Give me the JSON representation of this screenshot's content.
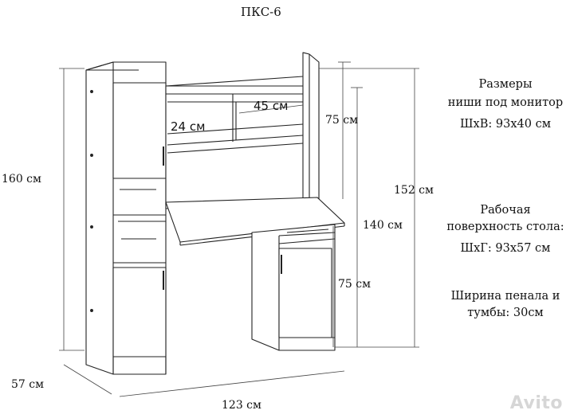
{
  "title": "ПКС-6",
  "dimensions": {
    "height_total": "160 см",
    "depth": "57 см",
    "width": "123 см",
    "niche_width": "45 см",
    "niche_height": "24 см",
    "shelf_height": "75 см",
    "superstructure_height": "152 см",
    "desk_top_height": "140 см",
    "pedestal_height": "75 см"
  },
  "info": {
    "niche_title": "Размеры",
    "niche_subtitle": "ниши под монитор",
    "niche_value": "ШхВ: 93х40 см",
    "desk_title": "Рабочая",
    "desk_subtitle": "поверхность стола:",
    "desk_value": "ШхГ:  93х57 см",
    "width_line1": "Ширина пенала и",
    "width_line2": "тумбы: 30см"
  },
  "watermark": "Avito",
  "colors": {
    "line": "#222222",
    "dim": "#444444",
    "watermark": "#d6d6d6"
  }
}
